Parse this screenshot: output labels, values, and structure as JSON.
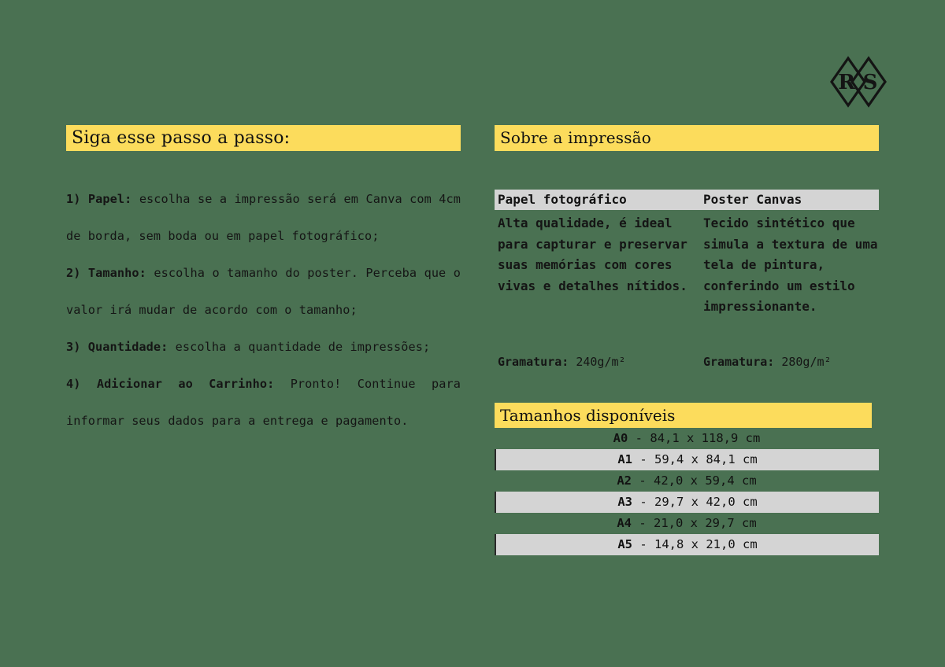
{
  "brand": {
    "logo_name": "rs-monogram-logo",
    "letters": "RS"
  },
  "colors": {
    "background": "#4a7152",
    "accent_yellow": "#fcdc5c",
    "row_grey": "#d4d4d4",
    "text": "#151515"
  },
  "left": {
    "heading": "Siga esse passo a passo:",
    "steps": [
      {
        "label": "1) Papel:",
        "text": " escolha se a impressão será em Canva com 4cm de borda, sem boda ou em papel fotográfico;"
      },
      {
        "label": "2) Tamanho:",
        "text": " escolha o tamanho do poster. Perceba que o valor irá mudar de acordo com o tamanho;"
      },
      {
        "label": "3) Quantidade:",
        "text": " escolha a quantidade de impressões;"
      },
      {
        "label": "4) Adicionar ao Carrinho:",
        "text": " Pronto! Continue para informar seus dados para a entrega e pagamento."
      }
    ]
  },
  "right": {
    "heading": "Sobre a impressão",
    "compare": {
      "headers": [
        "Papel fotográfico",
        "Poster Canvas"
      ],
      "descriptions": [
        "Alta qualidade, é ideal para capturar e preservar suas memórias com cores vivas e detalhes nítidos.",
        "Tecido sintético que simula a textura de uma tela de pintura, conferindo um estilo impressionante."
      ],
      "gramatura_label": "Gramatura:",
      "gramatura_values": [
        "240g/m²",
        "280g/m²"
      ]
    },
    "sizes": {
      "heading": "Tamanhos disponíveis",
      "rows": [
        {
          "label": "A0",
          "sep": "-",
          "value": "84,1 x 118,9 cm"
        },
        {
          "label": "A1",
          "sep": "-",
          "value": "59,4 x 84,1 cm"
        },
        {
          "label": "A2",
          "sep": "-",
          "value": "42,0 x 59,4 cm"
        },
        {
          "label": "A3",
          "sep": "-",
          "value": "29,7 x 42,0 cm"
        },
        {
          "label": "A4",
          "sep": "-",
          "value": "21,0 x 29,7 cm"
        },
        {
          "label": "A5",
          "sep": "-",
          "value": "14,8 x 21,0 cm"
        }
      ]
    }
  }
}
